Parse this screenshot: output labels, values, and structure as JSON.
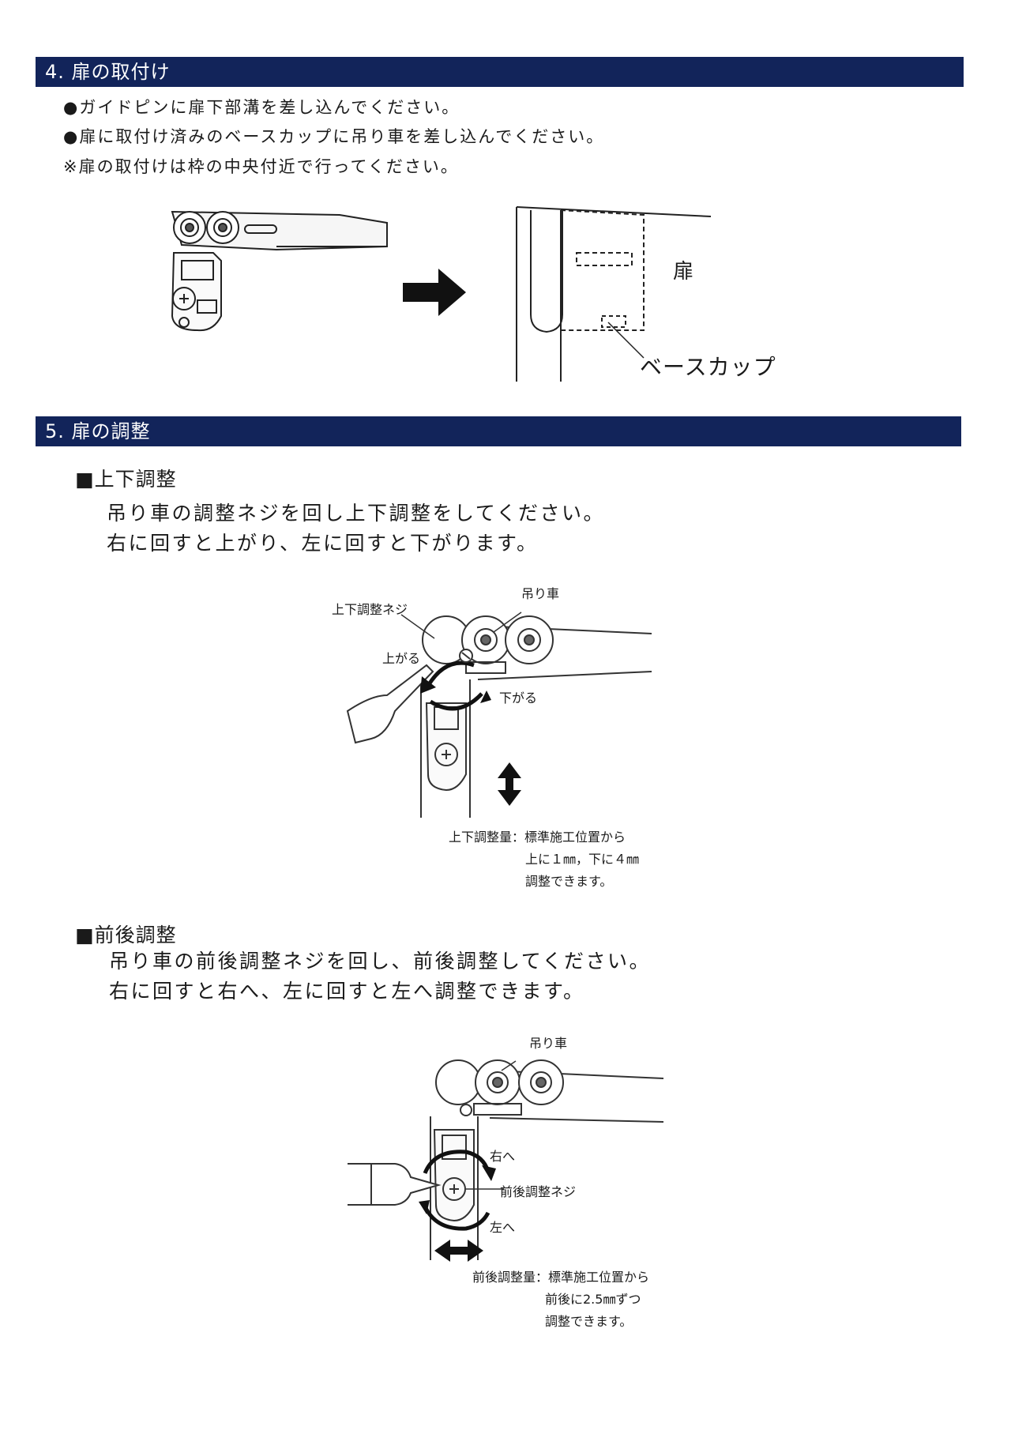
{
  "section4": {
    "title": "4. 扉の取付け",
    "bullets": [
      "●ガイドピンに扉下部溝を差し込んでください。",
      "●扉に取付け済みのベースカップに吊り車を差し込んでください。",
      "※扉の取付けは枠の中央付近で行ってください。"
    ],
    "figure": {
      "door_label": "扉",
      "basecup_label": "ベースカップ"
    }
  },
  "section5": {
    "title": "5. 扉の調整",
    "vertical": {
      "heading": "■上下調整",
      "lines": [
        "吊り車の調整ネジを回し上下調整をしてください。",
        "右に回すと上がり、左に回すと下がります。"
      ],
      "labels": {
        "screw": "上下調整ネジ",
        "hanger": "吊り車",
        "up": "上がる",
        "down": "下がる"
      },
      "note": [
        "上下調整量：標準施工位置から",
        "上に１㎜，下に４㎜",
        "調整できます。"
      ]
    },
    "frontback": {
      "heading": "■前後調整",
      "lines": [
        "吊り車の前後調整ネジを回し、前後調整してください。",
        "右に回すと右へ、左に回すと左へ調整できます。"
      ],
      "labels": {
        "hanger": "吊り車",
        "right": "右へ",
        "screw": "前後調整ネジ",
        "left": "左へ"
      },
      "note": [
        "前後調整量：標準施工位置から",
        "前後に2.5㎜ずつ",
        "調整できます。"
      ]
    }
  },
  "colors": {
    "header_bg": "#12245a",
    "header_text": "#ffffff",
    "ink": "#1a1a1a"
  }
}
